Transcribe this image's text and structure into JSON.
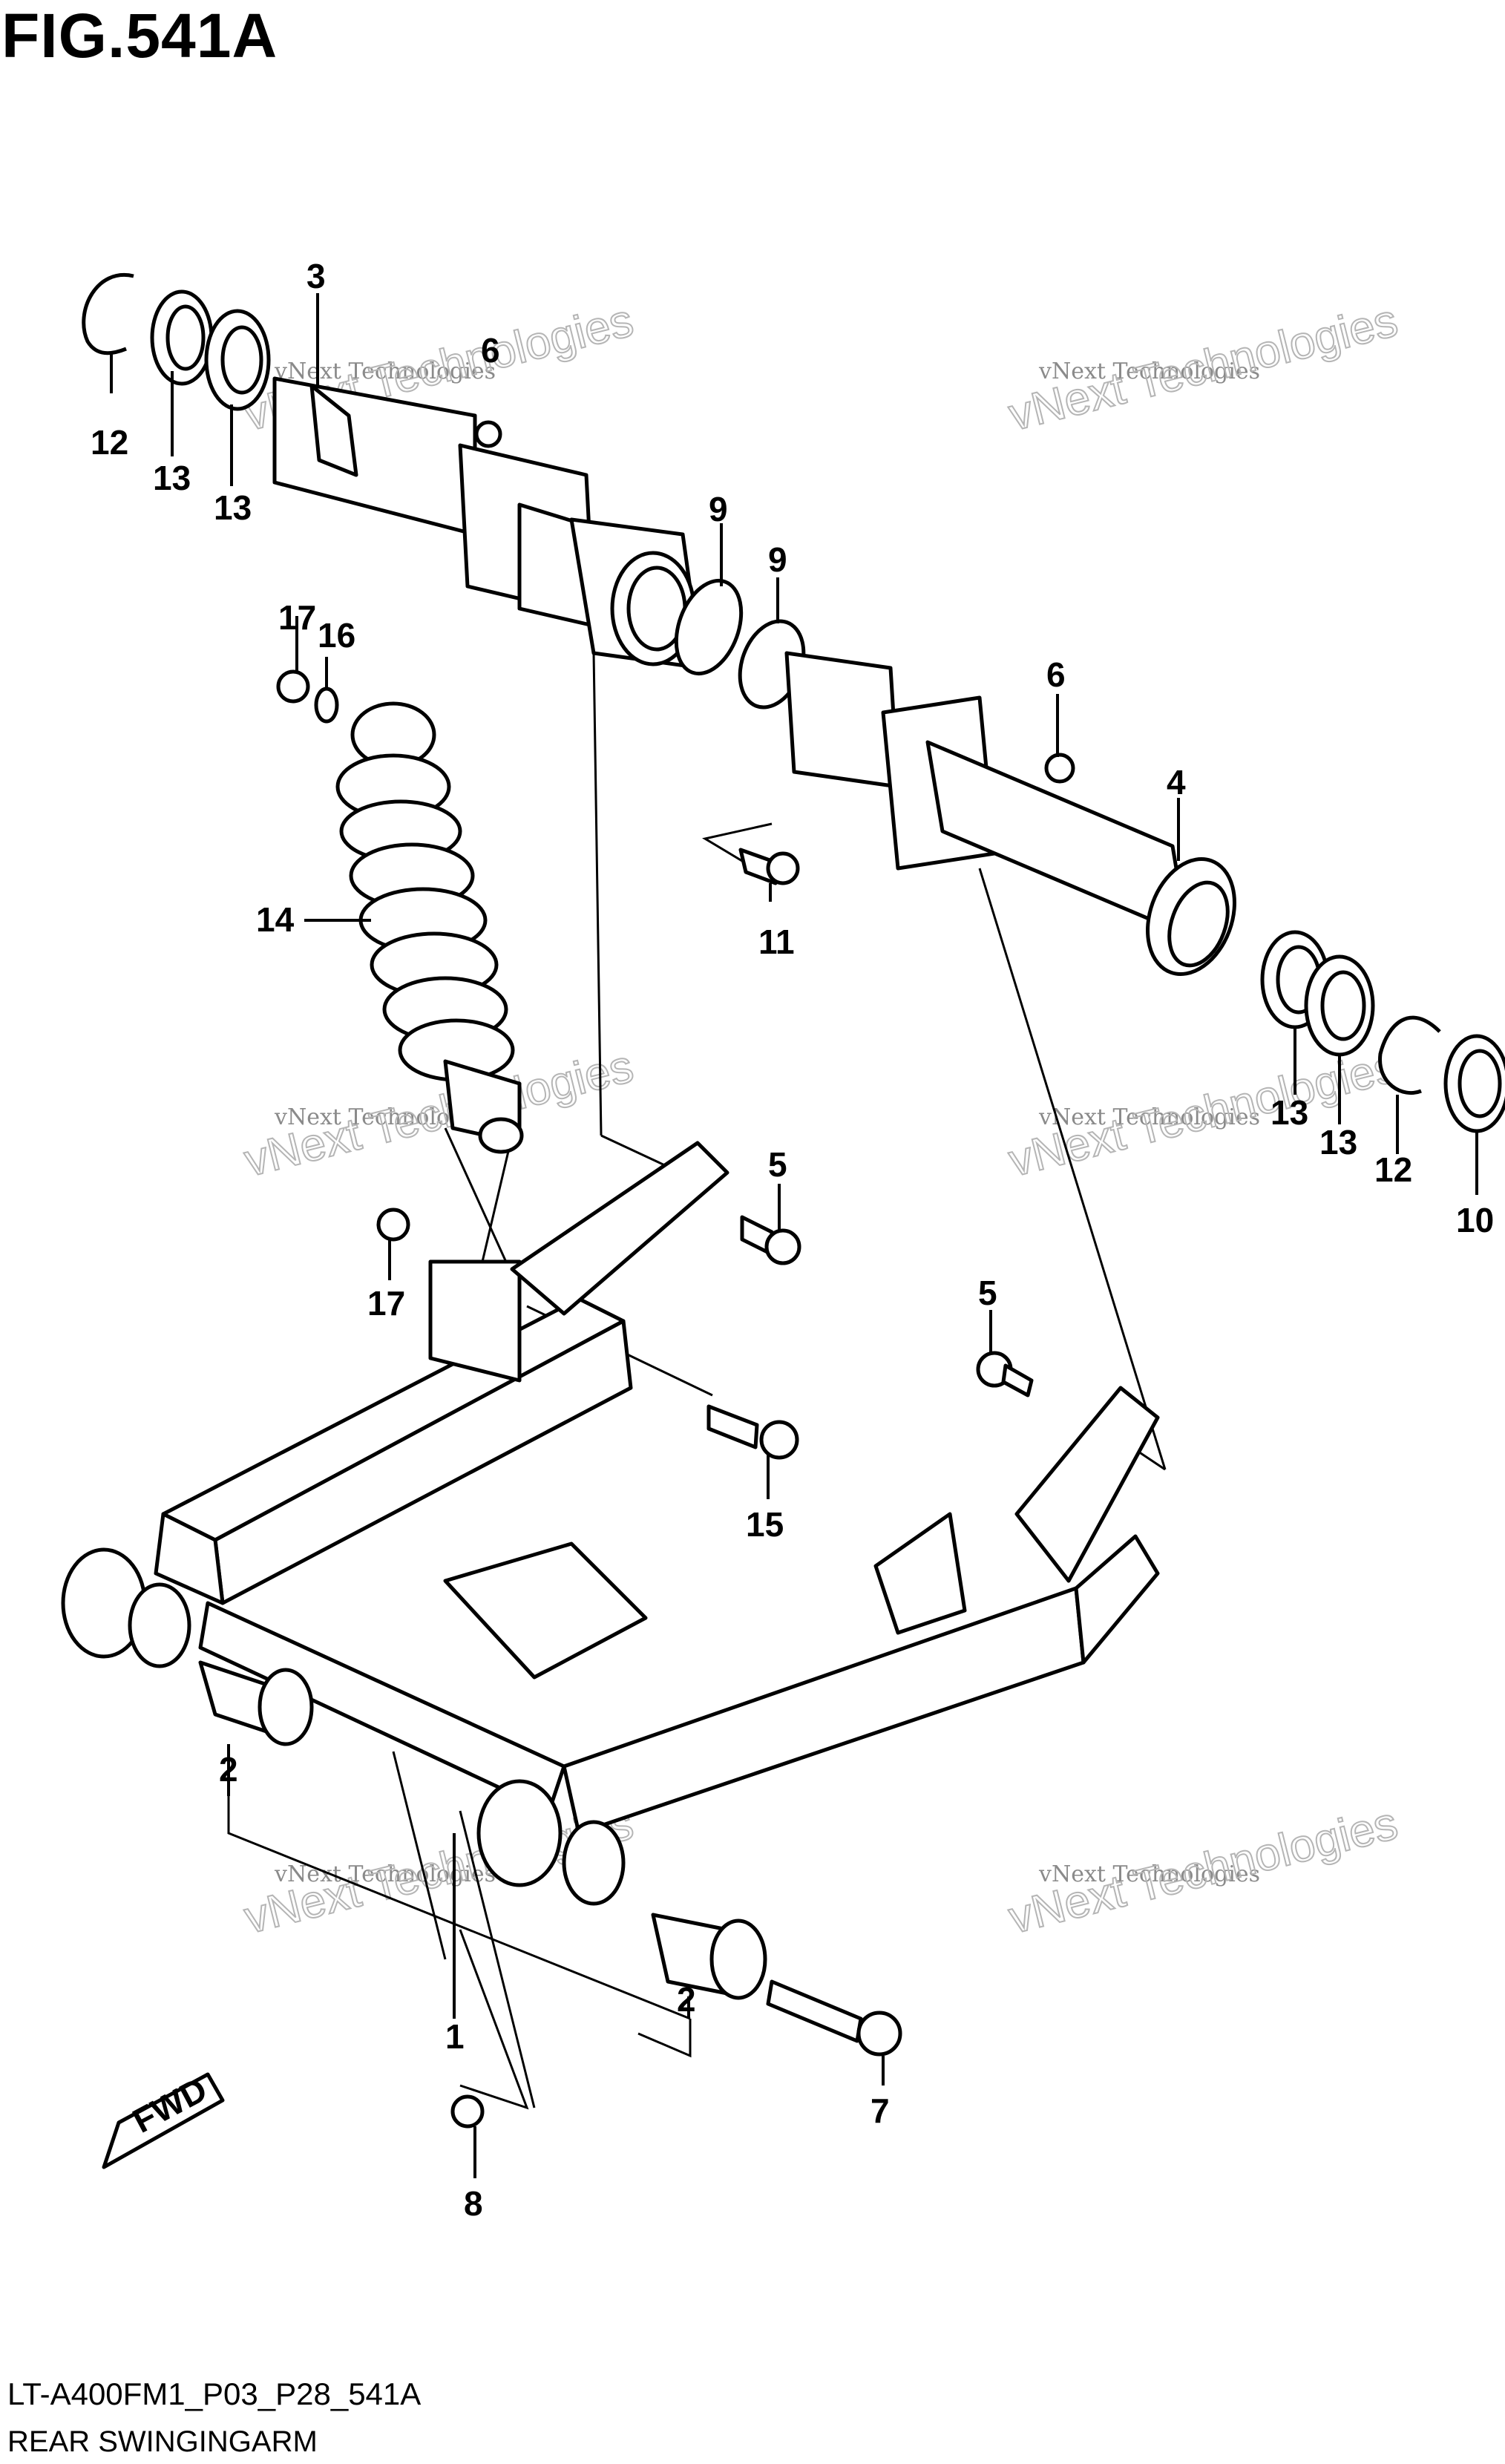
{
  "figure": {
    "title": "FIG.541A",
    "code": "LT-A400FM1_P03_P28_541A",
    "name": "REAR SWINGINGARM"
  },
  "watermark": {
    "line1": "vNext Technologies",
    "line2": "vNext Technologies"
  },
  "fwd_label": "FWD",
  "callouts": {
    "c1": "1",
    "c2a": "2",
    "c2b": "2",
    "c3": "3",
    "c4": "4",
    "c5a": "5",
    "c5b": "5",
    "c6a": "6",
    "c6b": "6",
    "c7": "7",
    "c8": "8",
    "c9a": "9",
    "c9b": "9",
    "c10": "10",
    "c11": "11",
    "c12a": "12",
    "c12b": "12",
    "c13a": "13",
    "c13b": "13",
    "c13c": "13",
    "c13d": "13",
    "c14": "14",
    "c15": "15",
    "c16": "16",
    "c17a": "17",
    "c17b": "17"
  },
  "colors": {
    "ink": "#000000",
    "paper": "#ffffff",
    "watermark": "#8a8a8a"
  }
}
